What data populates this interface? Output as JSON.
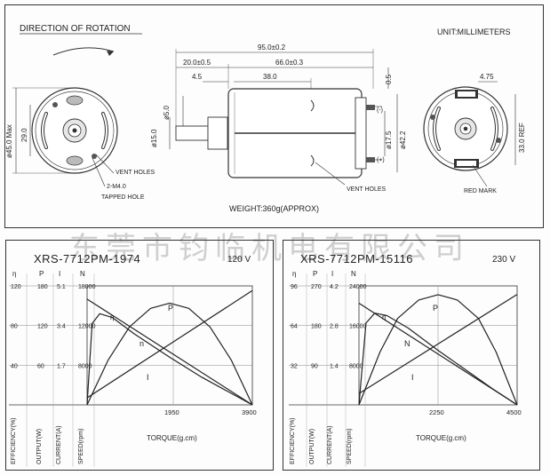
{
  "drawing": {
    "direction_label": "DIRECTION OF ROTATION",
    "unit_label": "UNIT:MILLIMETERS",
    "weight_label": "WEIGHT:360g(APPROX)",
    "front": {
      "dia_max": "ø45.0 Max",
      "dim_29": "29.0",
      "vent_holes": "VENT HOLES",
      "tapped_hole_line1": "2-M4.0",
      "tapped_hole_line2": "TAPPED HOLE"
    },
    "side": {
      "dim_95": "95.0±0.2",
      "dim_20": "20.0±0.5",
      "dim_66": "66.0±0.3",
      "dim_45": "4.5",
      "dim_38": "38.0",
      "dim_05": "0.5",
      "dia_5": "ø5.0",
      "dia_15": "ø15.0",
      "dia_175": "ø17.5",
      "dia_422": "ø42.2",
      "minus": "(-)",
      "plus": "(+)",
      "vent_holes": "VENT HOLES"
    },
    "rear": {
      "dim_475": "4.75",
      "dim_33": "33.0 REF",
      "red_mark": "RED MARK"
    }
  },
  "watermark": "东莞市钧临机电有限公司",
  "charts_axis_labels": {
    "eta": "η",
    "p": "P",
    "i": "I",
    "n": "N",
    "efficiency": "EFFICIENCY(%)",
    "output": "OUTPUT(W)",
    "current": "CURRENT(A)",
    "speed": "SPEED(rpm)",
    "torque": "TORQUE(g.cm)"
  },
  "chart_data": [
    {
      "type": "line",
      "title": "XRS-7712PM-1974",
      "voltage": "120 V",
      "xlabel": "TORQUE(g.cm)",
      "x_ticks": [
        "1950",
        "3900"
      ],
      "xlim": [
        0,
        3900
      ],
      "scales": {
        "efficiency": [
          "120",
          "80",
          "40"
        ],
        "output": [
          "180",
          "120",
          "60"
        ],
        "current": [
          "5.1",
          "3.4",
          "1.7"
        ],
        "speed": [
          "18000",
          "12000",
          "8000"
        ]
      },
      "curve_labels": {
        "eta": "η",
        "p": "P",
        "n": "n",
        "i": "I"
      },
      "series": [
        {
          "name": "η",
          "x": [
            0,
            120,
            300,
            600,
            1100,
            1950,
            2700,
            3300,
            3900
          ],
          "y": [
            0,
            82,
            92,
            88,
            72,
            48,
            28,
            14,
            0
          ],
          "unit": "%"
        },
        {
          "name": "P",
          "x": [
            0,
            500,
            1000,
            1500,
            1950,
            2400,
            2900,
            3400,
            3900
          ],
          "y": [
            0,
            68,
            118,
            146,
            154,
            146,
            118,
            68,
            0
          ],
          "unit": "W"
        },
        {
          "name": "n",
          "x": [
            0,
            3900
          ],
          "y": [
            16000,
            0
          ],
          "unit": "rpm"
        },
        {
          "name": "I",
          "x": [
            0,
            3900
          ],
          "y": [
            0.3,
            4.9
          ],
          "unit": "A"
        }
      ]
    },
    {
      "type": "line",
      "title": "XRS-7712PM-15116",
      "voltage": "230 V",
      "xlabel": "TORQUE(g.cm)",
      "x_ticks": [
        "2250",
        "4500"
      ],
      "xlim": [
        0,
        4500
      ],
      "scales": {
        "efficiency": [
          "96",
          "64",
          "32"
        ],
        "output": [
          "270",
          "180",
          "90"
        ],
        "current": [
          "4.2",
          "2.8",
          "1.4"
        ],
        "speed": [
          "24000",
          "16000",
          "8000"
        ]
      },
      "curve_labels": {
        "eta": "η",
        "p": "P",
        "n": "N",
        "i": "I"
      },
      "series": [
        {
          "name": "η",
          "x": [
            0,
            200,
            450,
            800,
            1400,
            2250,
            3100,
            3800,
            4500
          ],
          "y": [
            0,
            66,
            74,
            72,
            62,
            44,
            27,
            13,
            0
          ],
          "unit": "%"
        },
        {
          "name": "P",
          "x": [
            0,
            600,
            1100,
            1700,
            2250,
            2800,
            3400,
            3900,
            4500
          ],
          "y": [
            0,
            120,
            196,
            238,
            250,
            238,
            196,
            120,
            0
          ],
          "unit": "W"
        },
        {
          "name": "N",
          "x": [
            0,
            4500
          ],
          "y": [
            20500,
            0
          ],
          "unit": "rpm"
        },
        {
          "name": "I",
          "x": [
            0,
            4500
          ],
          "y": [
            0.4,
            3.9
          ],
          "unit": "A"
        }
      ]
    }
  ]
}
